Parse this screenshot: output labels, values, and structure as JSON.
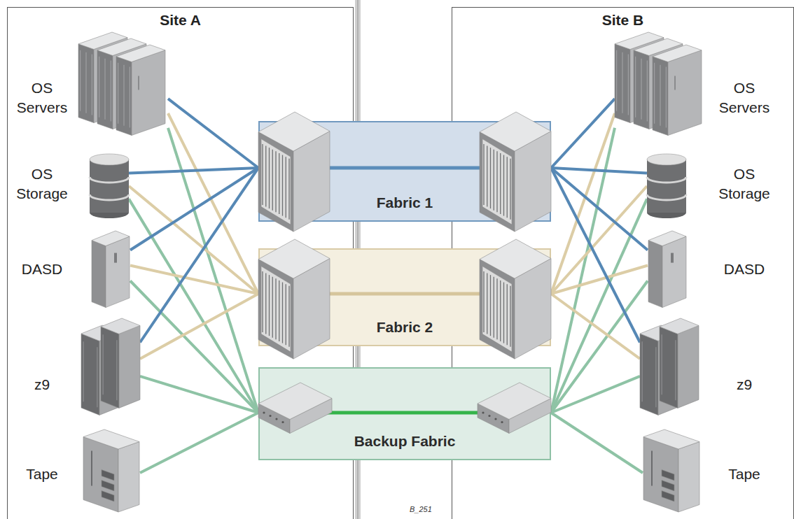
{
  "diagram": {
    "nodes": [
      {
        "text": [
          "Site A"
        ]
      },
      {
        "text": [
          "OS Servers"
        ],
        "in": 0
      },
      {
        "text": [
          "OS Storage"
        ],
        "in": 0
      },
      {
        "text": [
          "DASD"
        ],
        "in": 0
      },
      {
        "text": [
          "z9"
        ],
        "in": 0
      },
      {
        "text": [
          "Tape"
        ],
        "in": 0
      },
      {
        "text": [
          "Site B"
        ]
      },
      {
        "text": [
          "OS Servers"
        ],
        "in": 6
      },
      {
        "text": [
          "OS Storage"
        ],
        "in": 6
      },
      {
        "text": [
          "DASD"
        ],
        "in": 6
      },
      {
        "text": [
          "z9"
        ],
        "in": 6
      },
      {
        "text": [
          "Tape"
        ],
        "in": 6
      },
      {
        "text": [
          "Fabric 1"
        ]
      },
      {
        "text": [
          "Fabric 2"
        ]
      },
      {
        "text": [
          "Backup Fabric"
        ]
      }
    ],
    "edges": [
      {
        "from": 1,
        "to": 12,
        "arrow": "none"
      },
      {
        "from": 1,
        "to": 13,
        "arrow": "none"
      },
      {
        "from": 1,
        "to": 14,
        "arrow": "none"
      },
      {
        "from": 2,
        "to": 12,
        "arrow": "none"
      },
      {
        "from": 2,
        "to": 13,
        "arrow": "none"
      },
      {
        "from": 2,
        "to": 14,
        "arrow": "none"
      },
      {
        "from": 3,
        "to": 12,
        "arrow": "none"
      },
      {
        "from": 3,
        "to": 13,
        "arrow": "none"
      },
      {
        "from": 3,
        "to": 14,
        "arrow": "none"
      },
      {
        "from": 4,
        "to": 12,
        "arrow": "none"
      },
      {
        "from": 4,
        "to": 13,
        "arrow": "none"
      },
      {
        "from": 4,
        "to": 14,
        "arrow": "none"
      },
      {
        "from": 5,
        "to": 14,
        "arrow": "none"
      },
      {
        "from": 7,
        "to": 12,
        "arrow": "none"
      },
      {
        "from": 7,
        "to": 13,
        "arrow": "none"
      },
      {
        "from": 7,
        "to": 14,
        "arrow": "none"
      },
      {
        "from": 8,
        "to": 12,
        "arrow": "none"
      },
      {
        "from": 8,
        "to": 13,
        "arrow": "none"
      },
      {
        "from": 8,
        "to": 14,
        "arrow": "none"
      },
      {
        "from": 9,
        "to": 12,
        "arrow": "none"
      },
      {
        "from": 9,
        "to": 13,
        "arrow": "none"
      },
      {
        "from": 9,
        "to": 14,
        "arrow": "none"
      },
      {
        "from": 10,
        "to": 12,
        "arrow": "none"
      },
      {
        "from": 10,
        "to": 13,
        "arrow": "none"
      },
      {
        "from": 10,
        "to": 14,
        "arrow": "none"
      },
      {
        "from": 11,
        "to": 14,
        "arrow": "none"
      }
    ],
    "labels": [
      "B_251"
    ]
  }
}
